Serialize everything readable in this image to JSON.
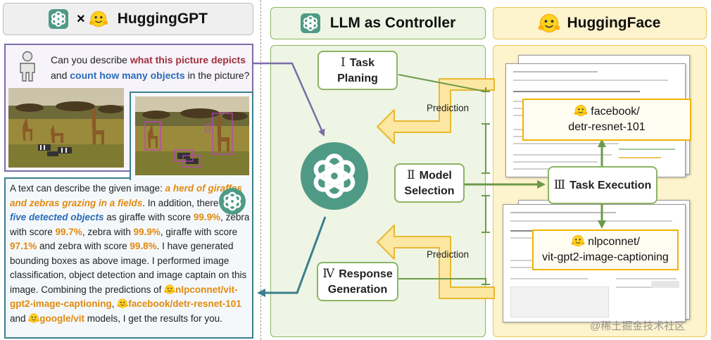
{
  "left": {
    "title": "HuggingGPT",
    "times": "×",
    "request": {
      "pre": "Can you describe ",
      "h1": "what this picture depicts",
      "mid": "and ",
      "h2": "count how many objects",
      "post": " in the picture?"
    },
    "response": {
      "p1": "A text can describe the given image: ",
      "p1h": "a herd of giraffes and zebras grazing in a fields",
      "p2": ". In addition, there are ",
      "p2h": "five detected objects",
      "p3": " as giraffe with score ",
      "s1": "99.9%",
      "p4": ", zebra with score ",
      "s2": "99.7%",
      "p5": ", zebra with ",
      "s3": "99.9%",
      "p6": ",  giraffe with score ",
      "s4": "97.1%",
      "p7": " and zebra with score ",
      "s5": "99.8%",
      "p8": ". I have generated bounding boxes as above image. I performed image classification, object detection and image captain on this image. Combining the predictions of ",
      "m1": "nlpconnet/vit-gpt2-image-captioning",
      "p9": ", ",
      "m2": "facebook/detr-resnet-101",
      "p10": " and ",
      "m3": "google/vit",
      "p11": " models, I get the results for you."
    }
  },
  "middle": {
    "title": "LLM as Controller",
    "steps": [
      {
        "num": "Ⅰ",
        "label": "Task Planing"
      },
      {
        "num": "Ⅱ",
        "label": "Model Selection"
      },
      {
        "num": "Ⅳ",
        "label": "Response Generation"
      }
    ],
    "prediction_top": "Prediction",
    "prediction_bottom": "Prediction"
  },
  "right": {
    "title": "HuggingFace",
    "execution": {
      "num": "Ⅲ",
      "label": "Task Execution"
    },
    "model_top": {
      "line1": "facebook/",
      "line2": "detr-resnet-101"
    },
    "model_bottom": {
      "line1": "nlpconnet/",
      "line2": "vit-gpt2-image-captioning"
    }
  },
  "watermark": "@稀土掘金技术社区",
  "colors": {
    "gpt_green": "#4f9a85",
    "panel_green": "#eef5e4",
    "panel_yellow": "#fdf3cd",
    "purple": "#7c6ca8",
    "teal": "#3b7f8c",
    "hf_yellow": "#ffd21e"
  },
  "icons": [
    "openai-logo-icon",
    "hugging-face-emoji-icon",
    "person-icon"
  ]
}
